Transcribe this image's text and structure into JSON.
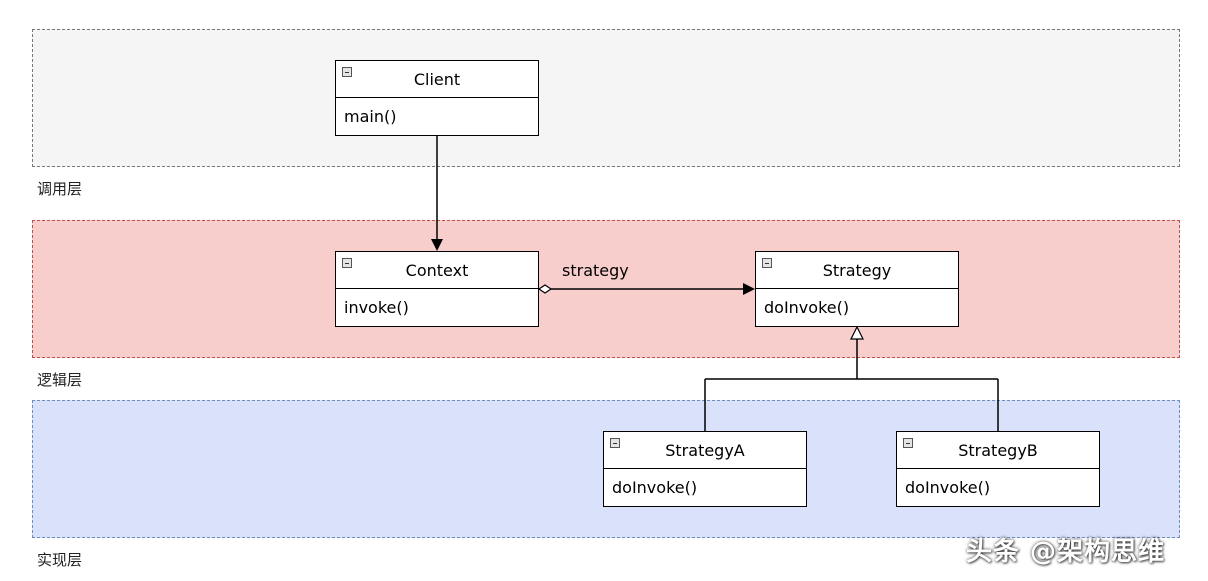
{
  "layers": {
    "call": {
      "label": "调用层",
      "fill": "#f5f5f5",
      "stroke": "#777777"
    },
    "logic": {
      "label": "逻辑层",
      "fill": "#f8cecc",
      "stroke": "#b85450"
    },
    "impl": {
      "label": "实现层",
      "fill": "#dae1fb",
      "stroke": "#6c8ebf"
    }
  },
  "classes": {
    "client": {
      "name": "Client",
      "method": "main()"
    },
    "context": {
      "name": "Context",
      "method": "invoke()"
    },
    "strategy": {
      "name": "Strategy",
      "method": "doInvoke()"
    },
    "strategy_a": {
      "name": "StrategyA",
      "method": "doInvoke()"
    },
    "strategy_b": {
      "name": "StrategyB",
      "method": "doInvoke()"
    }
  },
  "relations": {
    "context_strategy_label": "strategy"
  },
  "watermark": "头条 @架构思维"
}
